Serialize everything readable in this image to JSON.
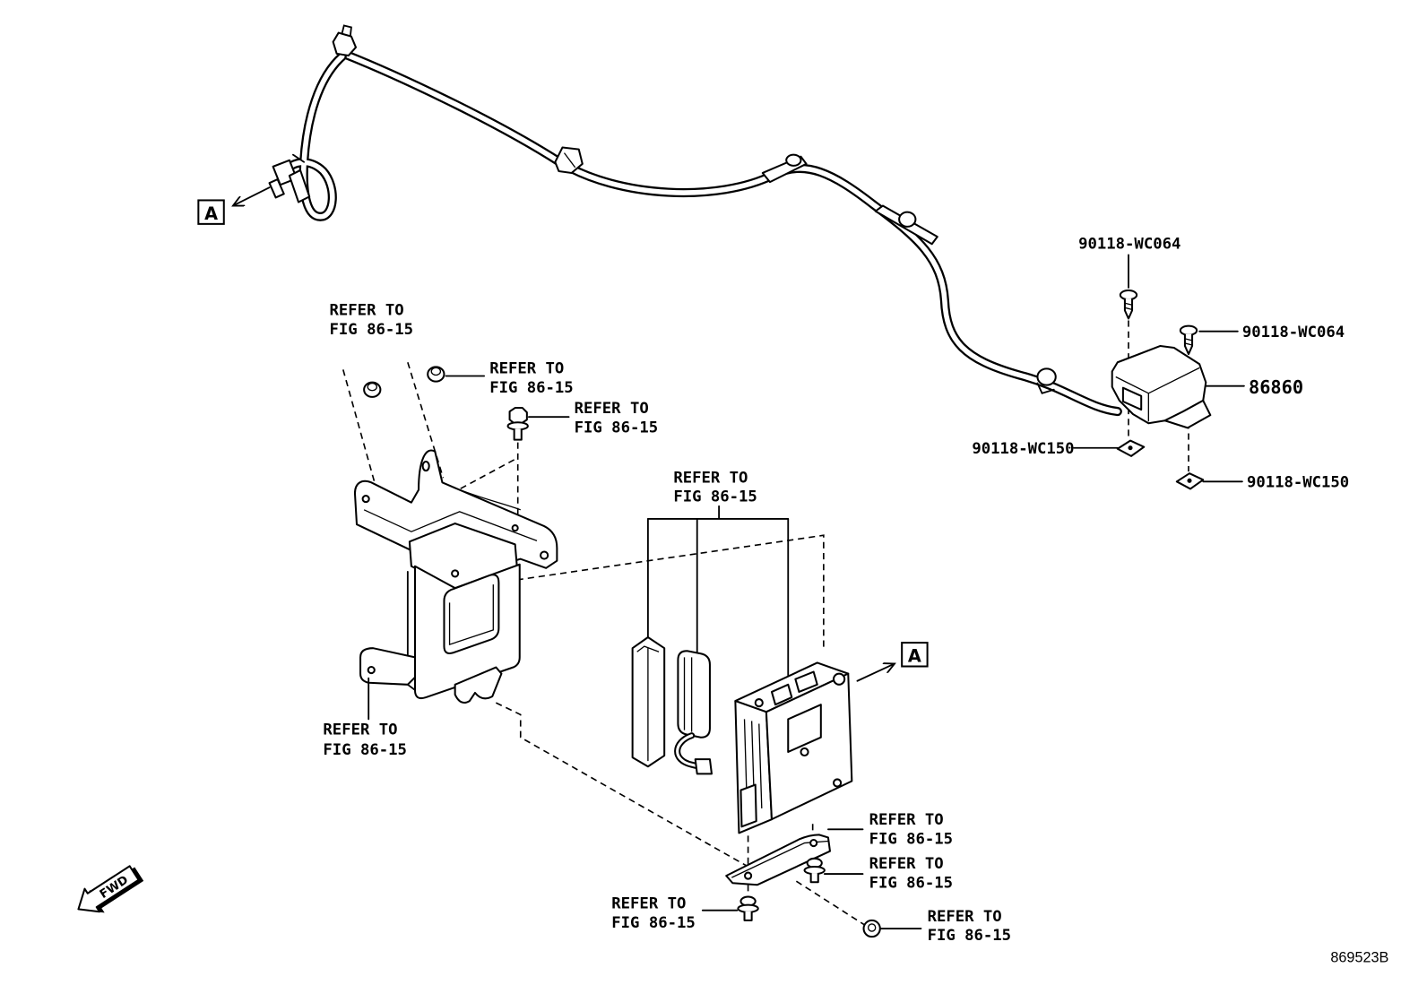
{
  "diagram": {
    "view_labels": {
      "harness_end": "A",
      "ecu_end": "A"
    },
    "parts": {
      "module": "86860",
      "screw_upper_left": "90118-WC064",
      "screw_upper_right": "90118-WC064",
      "clip_lower_left": "90118-WC150",
      "clip_lower_right": "90118-WC150"
    },
    "refer_notes": [
      {
        "line1": "REFER TO",
        "line2": "FIG 86-15"
      },
      {
        "line1": "REFER TO",
        "line2": "FIG 86-15"
      },
      {
        "line1": "REFER TO",
        "line2": "FIG 86-15"
      },
      {
        "line1": "REFER TO",
        "line2": "FIG 86-15"
      },
      {
        "line1": "REFER TO",
        "line2": "FIG 86-15"
      },
      {
        "line1": "REFER TO",
        "line2": "FIG 86-15"
      },
      {
        "line1": "REFER TO",
        "line2": "FIG 86-15"
      },
      {
        "line1": "REFER TO",
        "line2": "FIG 86-15"
      },
      {
        "line1": "REFER TO",
        "line2": "FIG 86-15"
      }
    ],
    "direction_indicator": "FWD",
    "figure_number": "869523B"
  }
}
